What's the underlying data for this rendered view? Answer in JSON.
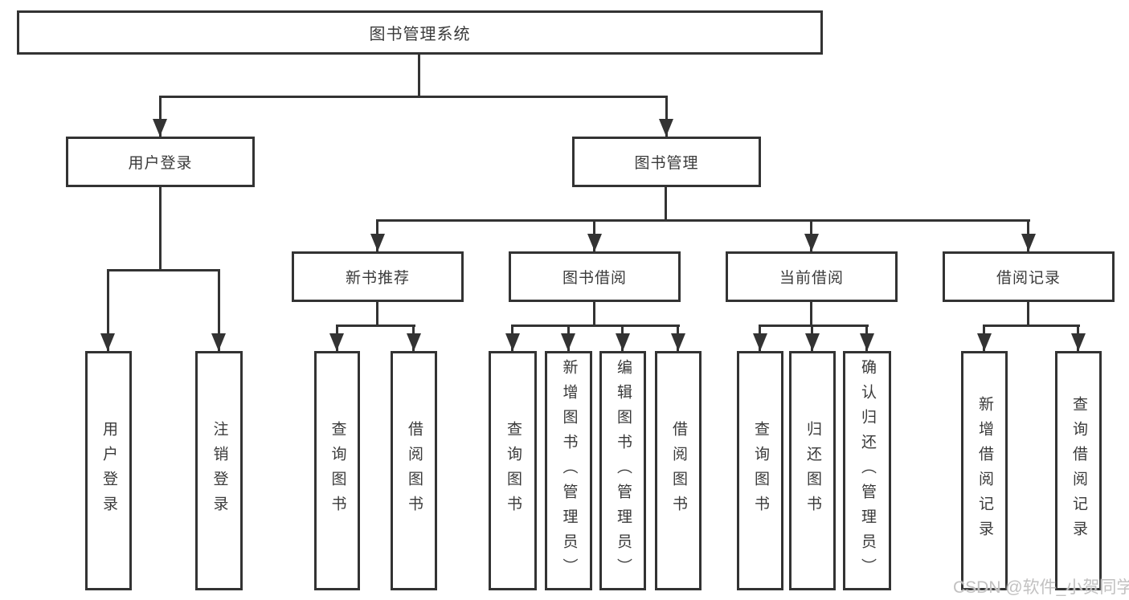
{
  "diagram": {
    "type": "hierarchy",
    "colors": {
      "line": "#333333",
      "border": "#333333",
      "text": "#3a3a3a",
      "background": "#ffffff",
      "watermark": "#c2c1c1"
    },
    "nodes": {
      "root": "图书管理系统",
      "l2": [
        "用户登录",
        "图书管理"
      ],
      "l3": [
        "新书推荐",
        "图书借阅",
        "当前借阅",
        "借阅记录"
      ],
      "leaves": {
        "login": [
          "用户登录",
          "注销登录"
        ],
        "recommend": [
          "查询图书",
          "借阅图书"
        ],
        "borrow": [
          "查询图书",
          "新增图书（管理员）",
          "编辑图书（管理员）",
          "借阅图书"
        ],
        "current": [
          "查询图书",
          "归还图书",
          "确认归还（管理员）"
        ],
        "records": [
          "新增借阅记录",
          "查询借阅记录"
        ]
      }
    },
    "edges": [
      [
        "图书管理系统",
        "用户登录"
      ],
      [
        "图书管理系统",
        "图书管理"
      ],
      [
        "用户登录",
        "用户登录"
      ],
      [
        "用户登录",
        "注销登录"
      ],
      [
        "图书管理",
        "新书推荐"
      ],
      [
        "图书管理",
        "图书借阅"
      ],
      [
        "图书管理",
        "当前借阅"
      ],
      [
        "图书管理",
        "借阅记录"
      ],
      [
        "新书推荐",
        "查询图书"
      ],
      [
        "新书推荐",
        "借阅图书"
      ],
      [
        "图书借阅",
        "查询图书"
      ],
      [
        "图书借阅",
        "新增图书（管理员）"
      ],
      [
        "图书借阅",
        "编辑图书（管理员）"
      ],
      [
        "图书借阅",
        "借阅图书"
      ],
      [
        "当前借阅",
        "查询图书"
      ],
      [
        "当前借阅",
        "归还图书"
      ],
      [
        "当前借阅",
        "确认归还（管理员）"
      ],
      [
        "借阅记录",
        "新增借阅记录"
      ],
      [
        "借阅记录",
        "查询借阅记录"
      ]
    ],
    "watermark": "CSDN @软件_小贺同学"
  }
}
